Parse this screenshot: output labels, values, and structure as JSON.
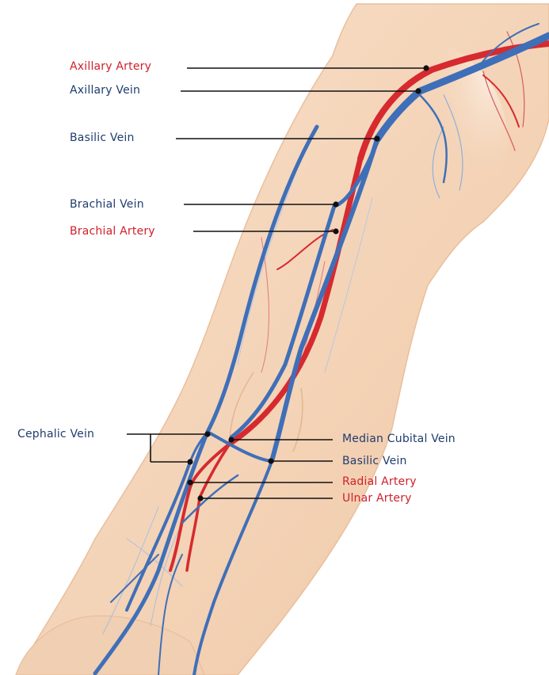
{
  "colors": {
    "artery": "#d62a2f",
    "vein": "#3f6fb8",
    "skin": "#f4d6bb",
    "leader_line": "#111111"
  },
  "labels": {
    "axillary_artery": "Axillary Artery",
    "axillary_vein": "Axillary Vein",
    "basilic_vein_upper": "Basilic Vein",
    "brachial_vein": "Brachial Vein",
    "brachial_artery": "Brachial Artery",
    "cephalic_vein": "Cephalic Vein",
    "median_cubital_vein": "Median Cubital Vein",
    "basilic_vein_lower": "Basilic Vein",
    "radial_artery": "Radial Artery",
    "ulnar_artery": "Ulnar Artery"
  }
}
